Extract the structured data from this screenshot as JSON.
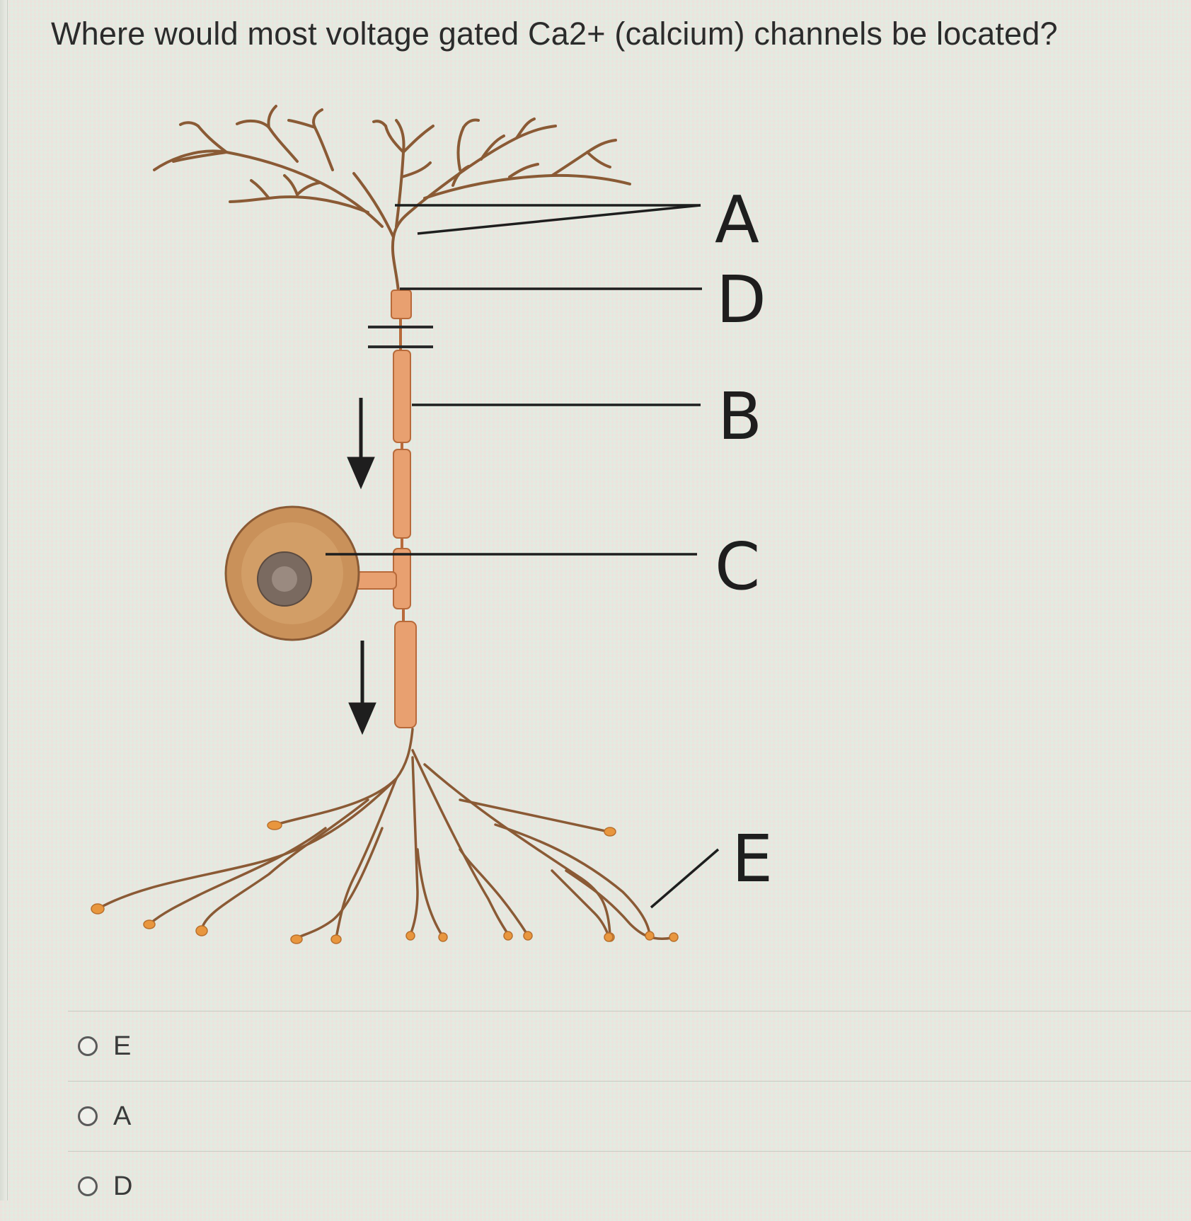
{
  "question": {
    "text": "Where would most voltage gated Ca2+ (calcium) channels be located?"
  },
  "diagram": {
    "labels": {
      "a": "A",
      "d": "D",
      "b": "B",
      "c": "C",
      "e": "E"
    }
  },
  "options": [
    {
      "label": "E"
    },
    {
      "label": "A"
    },
    {
      "label": "D"
    }
  ],
  "colors": {
    "axon": "#e8a070",
    "axon_stroke": "#b86a3a",
    "dendrite": "#8a5a35",
    "soma": "#c9915a",
    "nucleus": "#7a6a60",
    "label_line": "#1e1e1e",
    "bouton": "#e8963e"
  }
}
